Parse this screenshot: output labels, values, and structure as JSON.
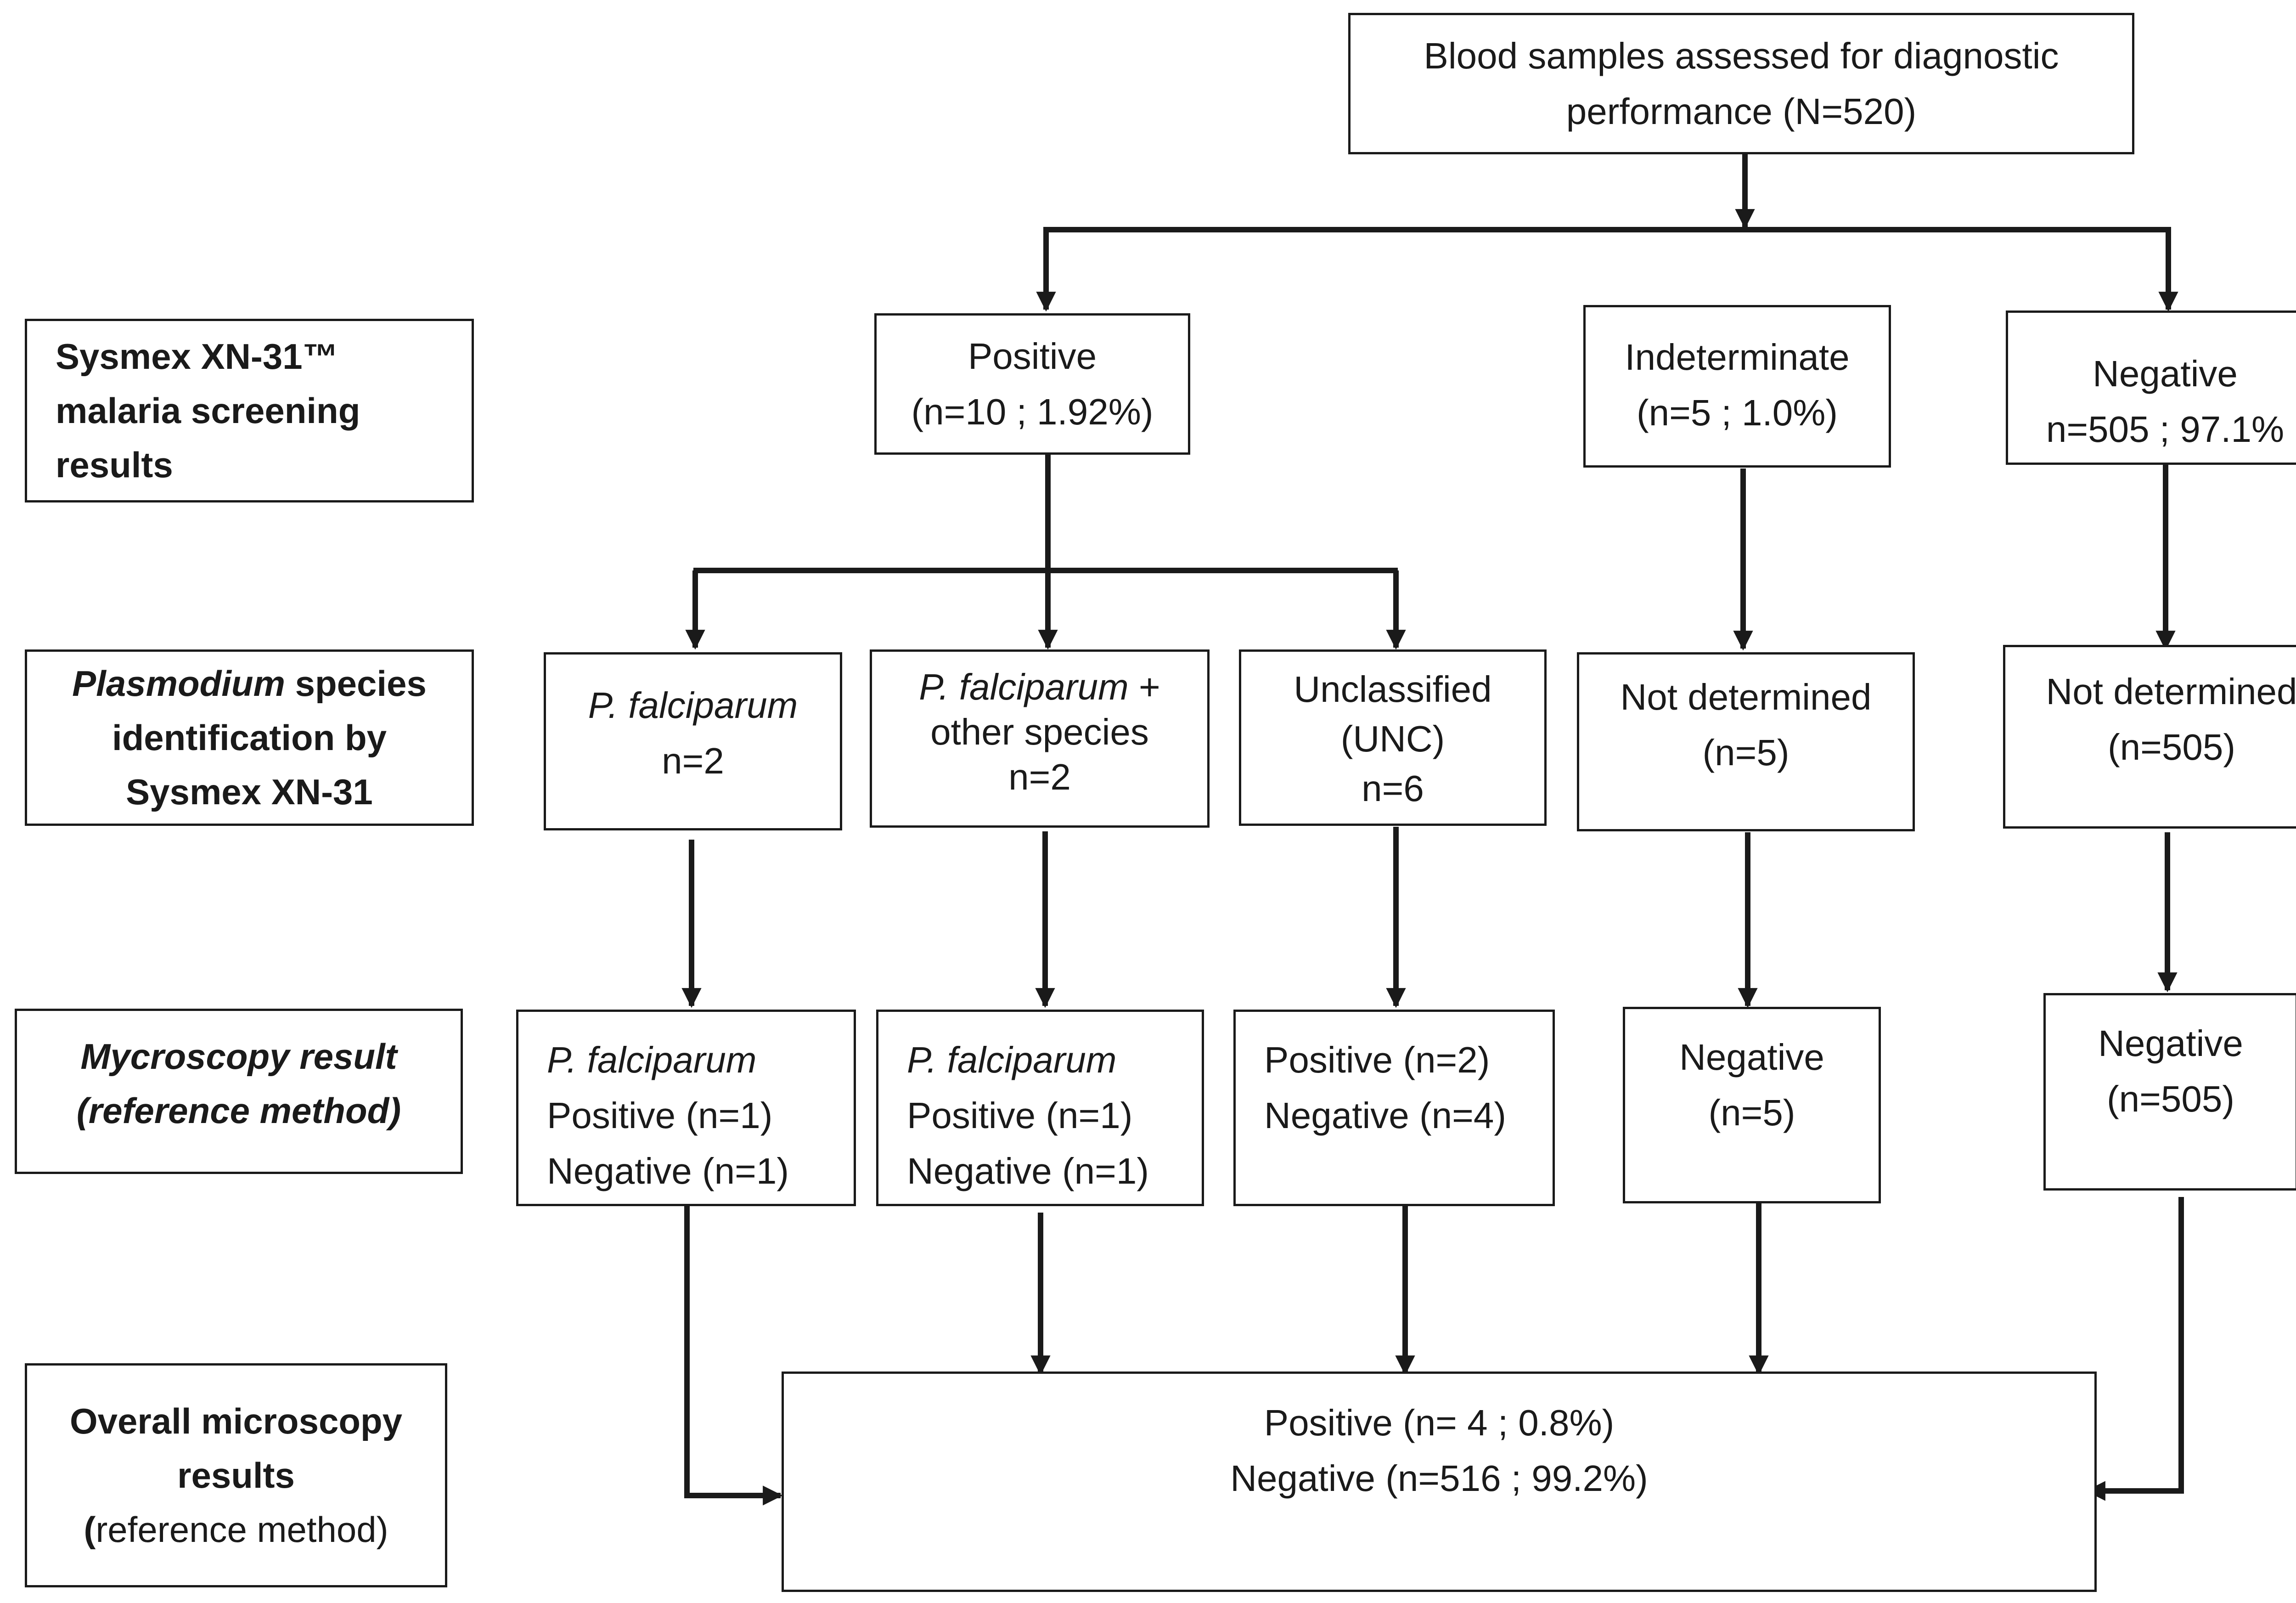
{
  "top": {
    "line1": "Blood samples assessed for diagnostic",
    "line2": "performance (N=520)"
  },
  "row_labels": {
    "screening": [
      "Sysmex XN-31™",
      "malaria screening",
      "results"
    ],
    "species": {
      "italic": "Plasmodium",
      "rest": " species",
      "line2": "identification by",
      "line3": "Sysmex XN-31"
    },
    "microscopy": [
      "Mycroscopy result",
      "(reference method)"
    ],
    "overall": {
      "line1": "Overall microscopy",
      "line2": "results",
      "line3_bold": "(",
      "line3_rest": "reference method)"
    }
  },
  "screening": {
    "positive": [
      "Positive",
      "(n=10 ; 1.92%)"
    ],
    "indeterminate": [
      "Indeterminate",
      "(n=5 ; 1.0%)"
    ],
    "negative": [
      "Negative",
      "n=505 ; 97.1%"
    ]
  },
  "species": {
    "pf": {
      "italic": "P. falciparum",
      "count": "n=2"
    },
    "pf_other": {
      "italic": "P. falciparum",
      "plus": " +",
      "line2": "other species",
      "count": "n=2"
    },
    "unc": [
      "Unclassified",
      "(UNC)",
      "n=6"
    ],
    "nd_indet": [
      "Not determined",
      "(n=5)"
    ],
    "nd_neg": [
      "Not determined",
      "(n=505)"
    ]
  },
  "microscopy": {
    "pf": {
      "italic": "P. falciparum",
      "pos": "Positive (n=1)",
      "neg": "Negative (n=1)"
    },
    "pf_other": {
      "italic": "P. falciparum",
      "pos": "Positive (n=1)",
      "neg": "Negative (n=1)"
    },
    "unc": [
      "Positive (n=2)",
      "Negative (n=4)"
    ],
    "indet": [
      "Negative",
      "(n=5)"
    ],
    "neg": [
      "Negative",
      "(n=505)"
    ]
  },
  "overall": [
    "Positive (n= 4 ; 0.8%)",
    "Negative (n=516 ; 99.2%)"
  ]
}
